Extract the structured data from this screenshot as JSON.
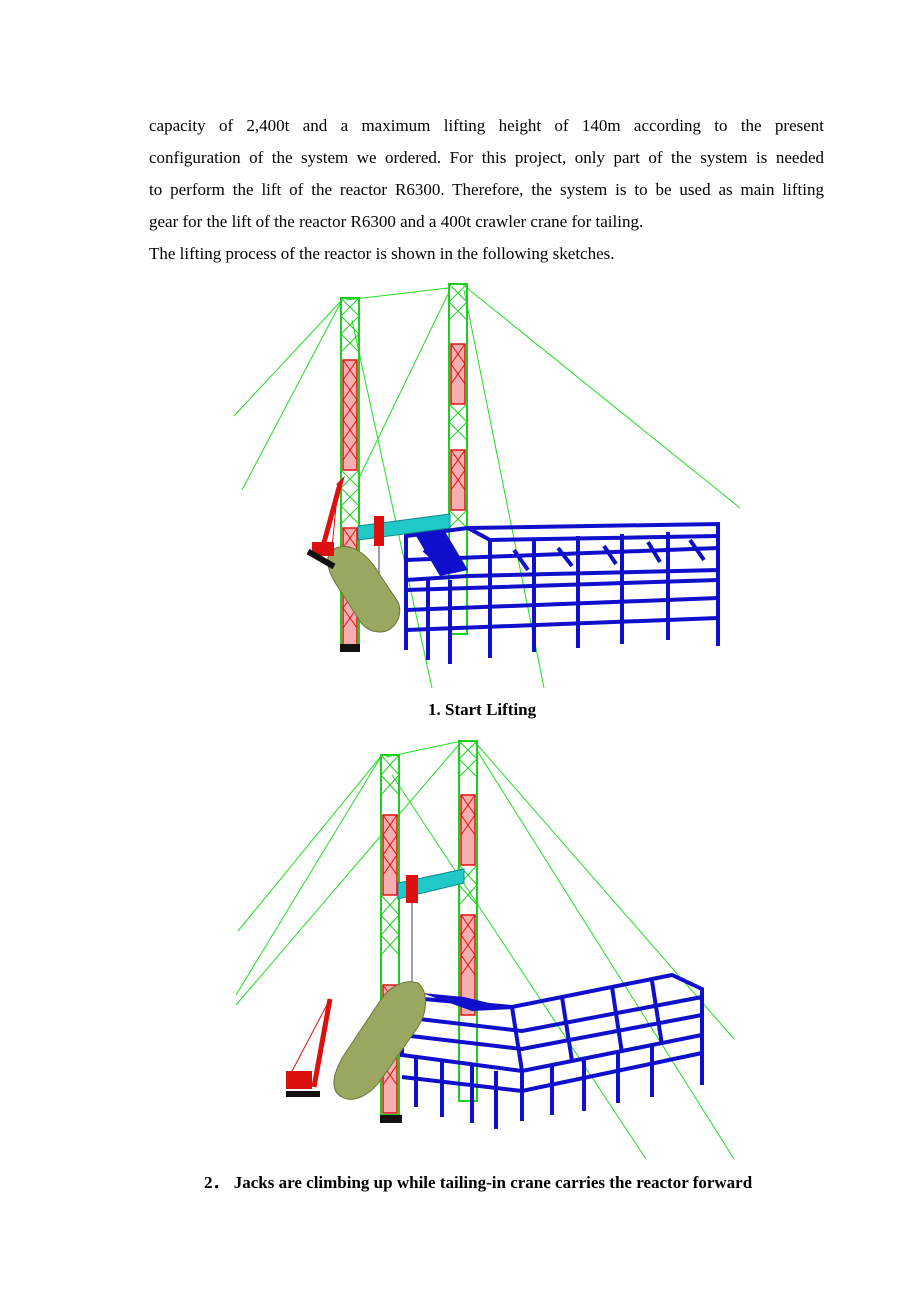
{
  "body_text": {
    "lines": [
      "capacity of 2,400t and a maximum lifting height of 140m according to the present",
      "configuration of the system we ordered. For this project, only part of the system is needed",
      "to perform the lift of the reactor R6300. Therefore, the system is to be used as main lifting",
      "gear for the lift of the reactor R6300 and a 400t crawler crane for tailing.",
      "The lifting process of the reactor is shown in the following sketches."
    ]
  },
  "figures": [
    {
      "caption": "1. Start Lifting"
    },
    {
      "caption": "2． Jacks are climbing up while tailing-in crane carries the reactor forward"
    }
  ],
  "colors": {
    "tower_green": "#1fcf1f",
    "tower_red": "#e01010",
    "guy_wire": "#22dd22",
    "structure_blue": "#1010cc",
    "beam_cyan": "#20c8c8",
    "reactor_olive": "#9aa760",
    "crane_red": "#dd1010"
  }
}
